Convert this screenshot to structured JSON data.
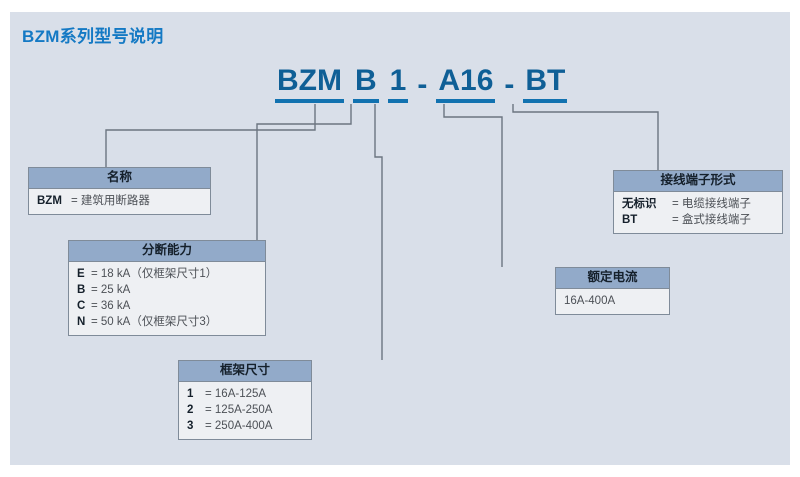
{
  "title": "BZM系列型号说明",
  "model": {
    "segments": [
      "BZM",
      "B",
      "1",
      "A16",
      "BT"
    ],
    "separator": "-"
  },
  "boxes": {
    "name": {
      "header": "名称",
      "rows": [
        {
          "key": "BZM",
          "value": "= 建筑用断路器"
        }
      ]
    },
    "breaking_capacity": {
      "header": "分断能力",
      "rows": [
        {
          "key": "E",
          "value": "= 18 kA（仅框架尺寸1）"
        },
        {
          "key": "B",
          "value": "= 25 kA"
        },
        {
          "key": "C",
          "value": "= 36 kA"
        },
        {
          "key": "N",
          "value": "= 50 kA（仅框架尺寸3）"
        }
      ]
    },
    "frame_size": {
      "header": "框架尺寸",
      "rows": [
        {
          "key": "1",
          "value": "= 16A-125A"
        },
        {
          "key": "2",
          "value": "= 125A-250A"
        },
        {
          "key": "3",
          "value": "= 250A-400A"
        }
      ]
    },
    "rated_current": {
      "header": "额定电流",
      "text": "16A-400A"
    },
    "terminal_type": {
      "header": "接线端子形式",
      "rows": [
        {
          "key": "无标识",
          "value": "= 电缆接线端子"
        },
        {
          "key": "BT",
          "value": "= 盒式接线端子"
        }
      ]
    }
  },
  "colors": {
    "panel_background": "#d9dfe9",
    "title_blue": "#1479c4",
    "model_blue": "#0f5f96",
    "underline_blue": "#1272b0",
    "box_header": "#92aac9",
    "box_body": "#eef0f3",
    "box_border": "#7f8b99",
    "wire": "#6c7580"
  }
}
